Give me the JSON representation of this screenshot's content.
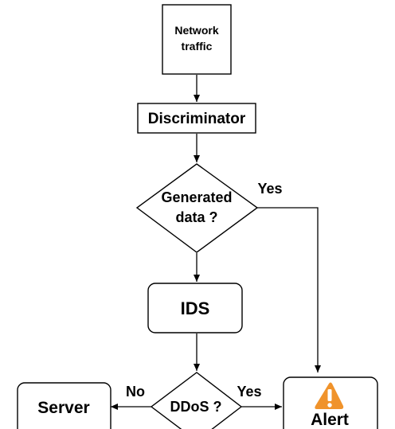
{
  "nodes": {
    "traffic": {
      "line1": "Network",
      "line2": "traffic"
    },
    "discriminator": {
      "label": "Discriminator"
    },
    "generated_decision": {
      "line1": "Generated",
      "line2": "data ?"
    },
    "ids": {
      "label": "IDS"
    },
    "ddos_decision": {
      "label": "DDoS ?"
    },
    "server": {
      "label": "Server"
    },
    "alert": {
      "label": "Alert",
      "icon": "warning-icon",
      "icon_color": "#f0932b"
    }
  },
  "edges": {
    "generated_yes": "Yes",
    "ddos_no": "No",
    "ddos_yes": "Yes"
  }
}
